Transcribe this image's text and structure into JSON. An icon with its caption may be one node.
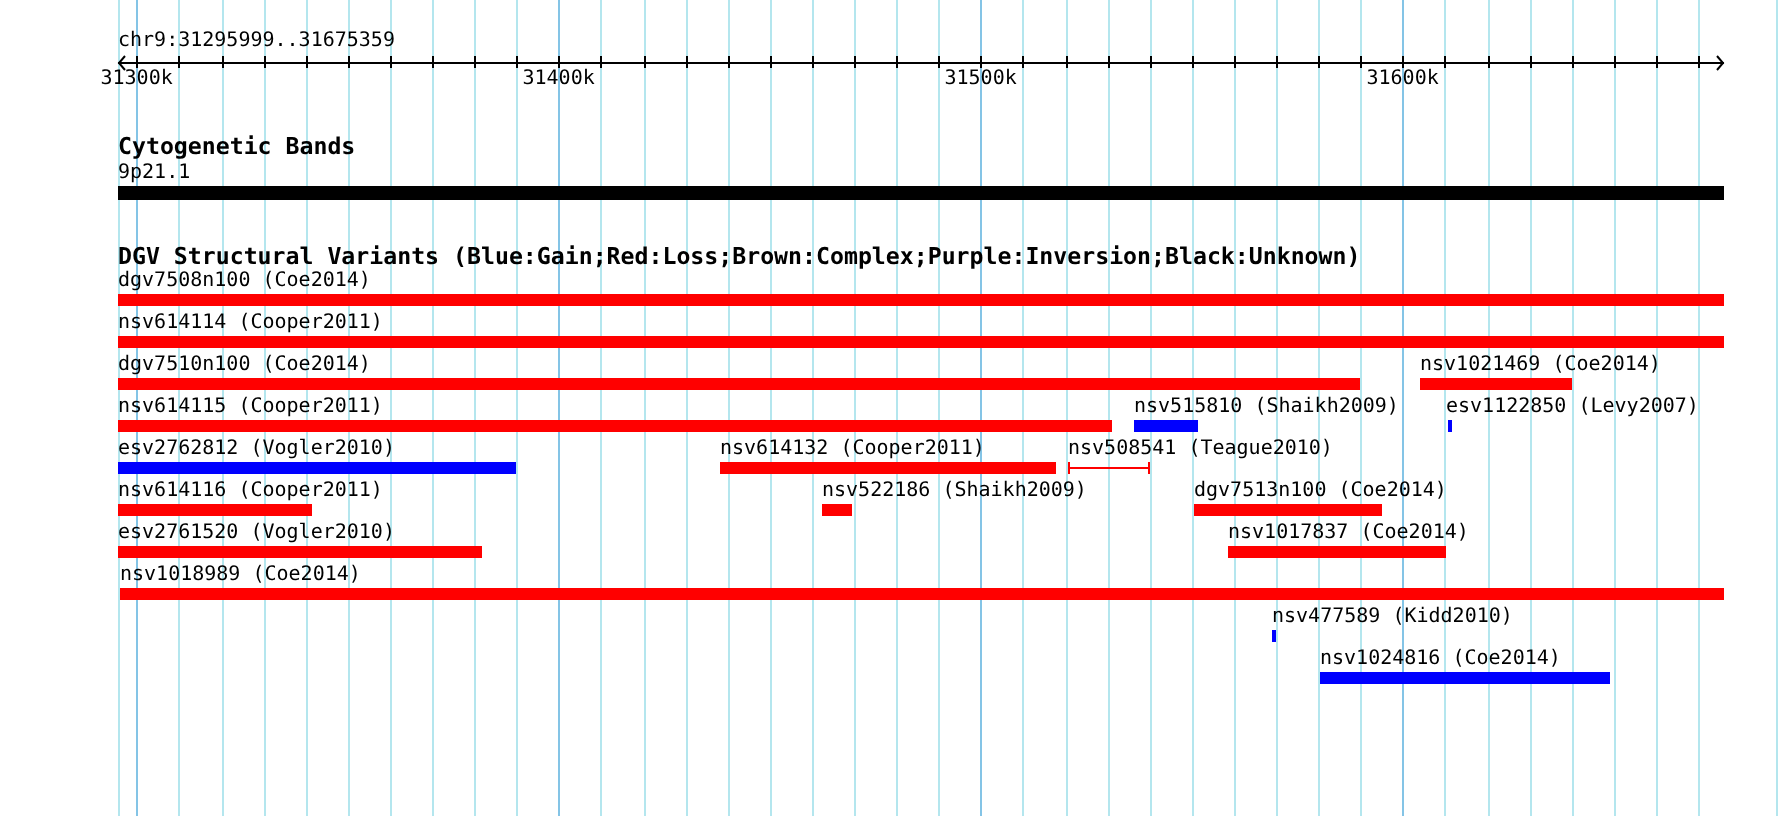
{
  "diagram": {
    "nodes": [
      {
        "text": [
          "9p21.1"
        ]
      },
      {
        "text": [
          "dgv7508n100 (Coe2014)"
        ]
      },
      {
        "text": [
          "nsv614114 (Cooper2011)"
        ]
      },
      {
        "text": [
          "dgv7510n100 (Coe2014)"
        ]
      },
      {
        "text": [
          "nsv1021469 (Coe2014)"
        ]
      },
      {
        "text": [
          "nsv614115 (Cooper2011)"
        ]
      },
      {
        "text": [
          "nsv515810 (Shaikh2009)"
        ]
      },
      {
        "text": [
          "esv1122850 (Levy2007)"
        ]
      },
      {
        "text": [
          "esv2762812 (Vogler2010)"
        ]
      },
      {
        "text": [
          "nsv614132 (Cooper2011)"
        ]
      },
      {
        "text": [
          "nsv508541 (Teague2010)"
        ]
      },
      {
        "text": [
          "nsv614116 (Cooper2011)"
        ]
      },
      {
        "text": [
          "nsv522186 (Shaikh2009)"
        ]
      },
      {
        "text": [
          "dgv7513n100 (Coe2014)"
        ]
      },
      {
        "text": [
          "esv2761520 (Vogler2010)"
        ]
      },
      {
        "text": [
          "nsv1017837 (Coe2014)"
        ]
      },
      {
        "text": [
          "nsv1018989 (Coe2014)"
        ]
      },
      {
        "text": [
          "nsv477589 (Kidd2010)"
        ]
      },
      {
        "text": [
          "nsv1024816 (Coe2014)"
        ]
      }
    ],
    "labels": [
      "chr9:31295999..31675359",
      "31300k",
      "31400k",
      "31500k",
      "31600k",
      "Cytogenetic Bands",
      "DGV Structural Variants (Blue:Gain;Red:Loss;Brown:Complex;Purple:Inversion;Black:Unknown)"
    ]
  }
}
